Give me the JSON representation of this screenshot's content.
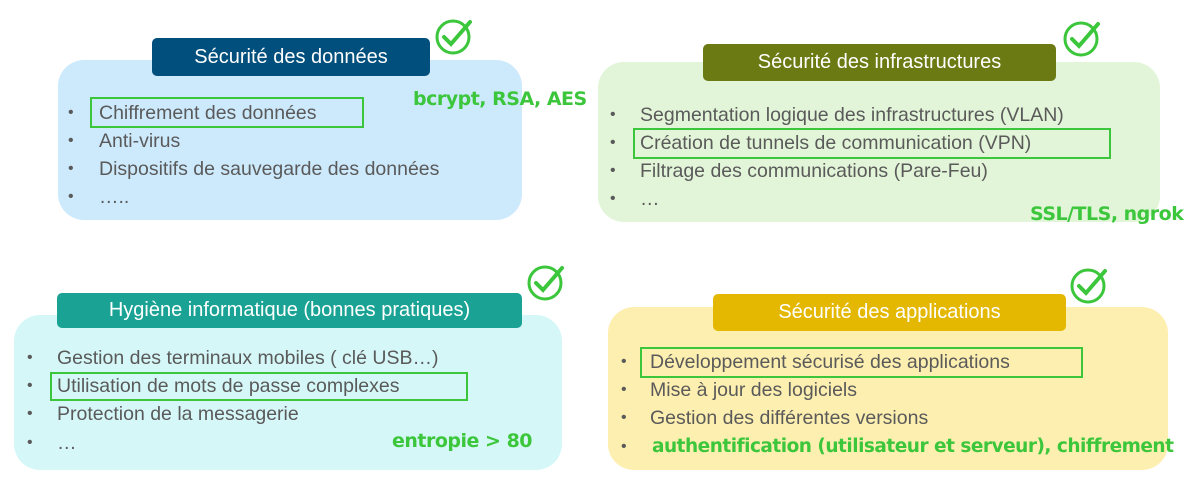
{
  "panels": [
    {
      "title": "Sécurité des données",
      "items": [
        "Chiffrement des données",
        "Anti-virus",
        "Dispositifs de sauvegarde des données",
        "….."
      ],
      "annotation": "bcrypt, RSA, AES",
      "title_color": "#004f7c",
      "bg_color": "#cdeafd"
    },
    {
      "title": "Sécurité des infrastructures",
      "items": [
        "Segmentation logique des infrastructures (VLAN)",
        "Création de tunnels de communication (VPN)",
        "Filtrage des communications (Pare-Feu)",
        "…"
      ],
      "annotation": "SSL/TLS, ngrok",
      "title_color": "#6b7a12",
      "bg_color": "#e2f5d8"
    },
    {
      "title": "Hygiène informatique (bonnes pratiques)",
      "items": [
        "Gestion des terminaux mobiles ( clé USB…)",
        "Utilisation de mots de passe complexes",
        "Protection de la messagerie",
        "…"
      ],
      "annotation": "entropie > 80",
      "title_color": "#1aa394",
      "bg_color": "#d5f7f7"
    },
    {
      "title": "Sécurité des applications",
      "items": [
        "Développement sécurisé des applications",
        "Mise à jour des logiciels",
        "Gestion des différentes versions"
      ],
      "annotation": "authentification (utilisateur et serveur), chiffrement",
      "title_color": "#e4b800",
      "bg_color": "#fdefb0"
    }
  ],
  "bullet": "•",
  "accent_color": "#3cc63c"
}
